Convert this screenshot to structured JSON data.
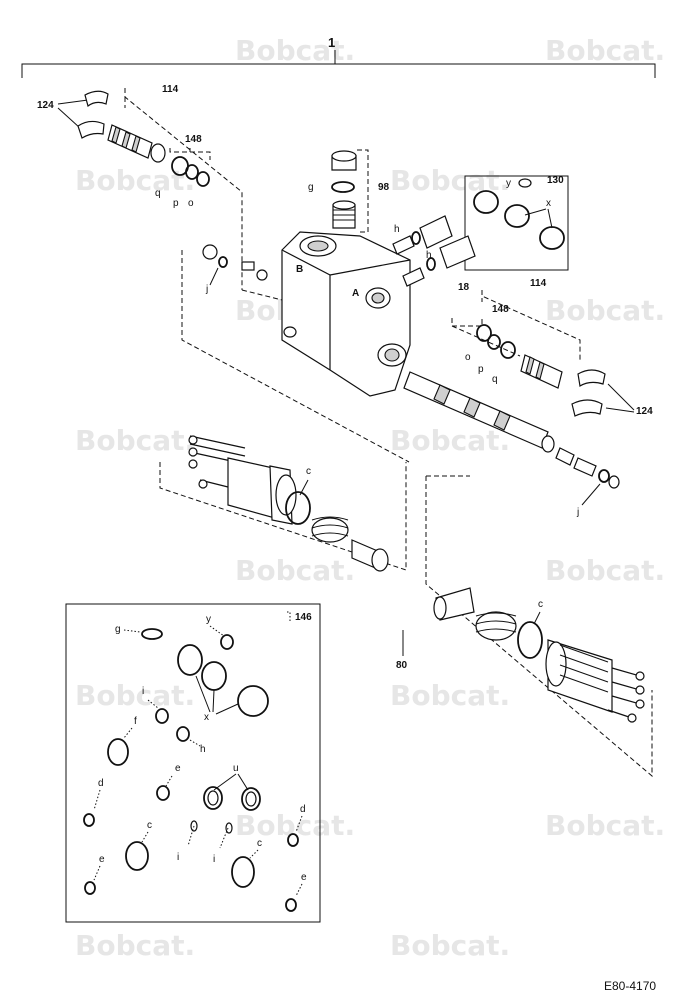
{
  "drawing_ref": "E80-4170",
  "watermark": "Bobcat.",
  "callouts": {
    "assembly": "1",
    "spool_assy_top": "114",
    "spool_assy_right": "114",
    "seal_kit_top": "148",
    "seal_kit_right": "148",
    "clip_top": "124",
    "clip_right": "124",
    "plug_assy": "98",
    "ring_kit": "130",
    "item_18": "18",
    "relief_assy": "80",
    "seal_kit_box": "146",
    "port_a": "A",
    "port_b": "B",
    "q": "q",
    "p": "p",
    "o": "o",
    "g": "g",
    "h": "h",
    "j": "j",
    "y": "y",
    "x": "x",
    "c": "c",
    "f": "f",
    "u": "u",
    "d": "d",
    "e": "e",
    "i": "i"
  }
}
